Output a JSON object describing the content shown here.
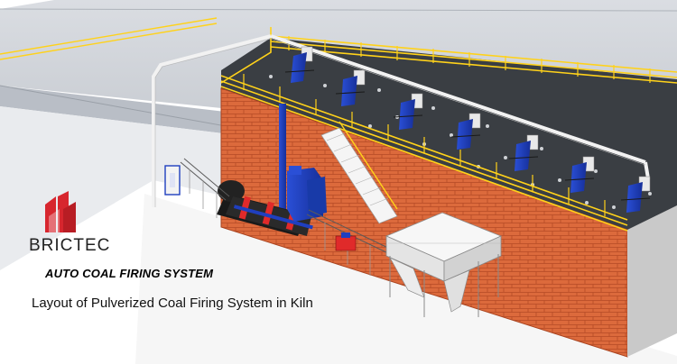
{
  "brand": {
    "name": "BRICTEC",
    "logo_color": "#d7262e"
  },
  "caption": {
    "system_title": "AUTO COAL FIRING SYSTEM",
    "description": "Layout of Pulverized Coal Firing System in Kiln"
  },
  "colors": {
    "brick": "#dc6a3c",
    "railing": "#ffd21a",
    "kiln_top": "#3a3e43",
    "feeder": "#1f3fbf",
    "dryer_ring": "#e02a2a",
    "structure": "#ffffff"
  }
}
